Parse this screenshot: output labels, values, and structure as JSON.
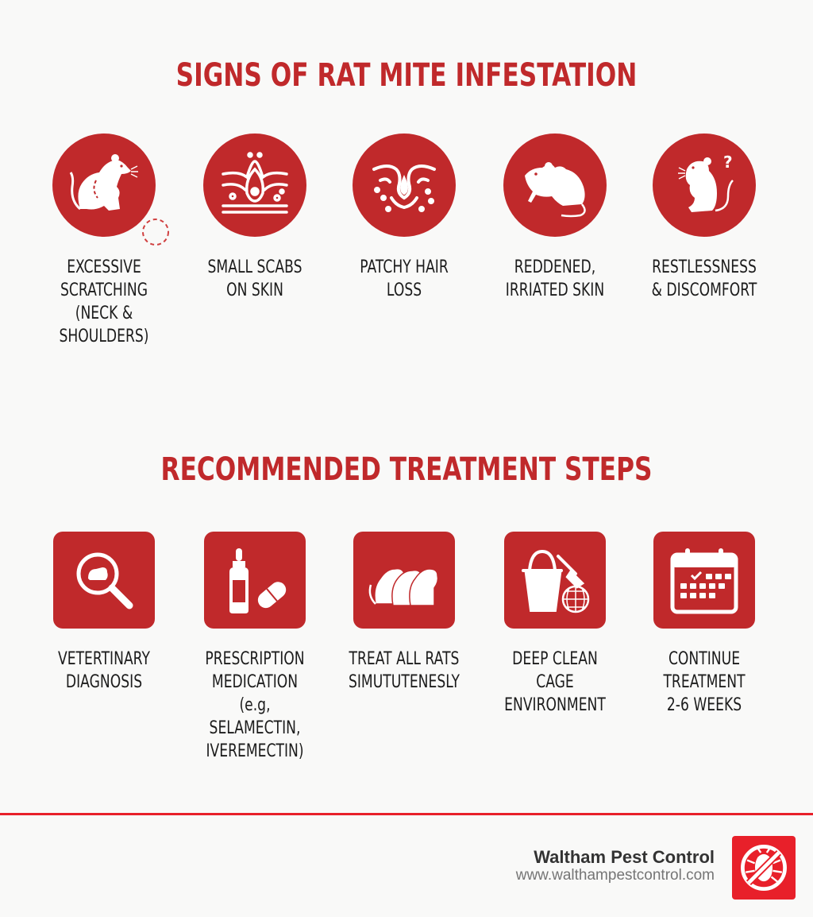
{
  "signs": {
    "title": "SIGNS OF RAT MITE INFESTATION",
    "items": [
      {
        "label": "EXCESSIVE\nSCRATCHING\n(NECK & SHOULDERS)",
        "icon": "scratching-rat-icon"
      },
      {
        "label": "SMALL SCABS\nON SKIN",
        "icon": "skin-scabs-icon"
      },
      {
        "label": "PATCHY HAIR LOSS",
        "icon": "hair-follicle-icon"
      },
      {
        "label": "REDDENED,\nIRRIATED SKIN",
        "icon": "irritated-rat-icon"
      },
      {
        "label": "RESTLESSNESS\n& DISCOMFORT",
        "icon": "confused-rat-icon"
      }
    ]
  },
  "treatment": {
    "title": "RECOMMENDED TREATMENT STEPS",
    "items": [
      {
        "label": "VETERTINARY\nDIAGNOSIS",
        "icon": "magnifier-rat-icon"
      },
      {
        "label": "PRESCRIPTION\nMEDICATION\n(e.g, SELAMECTIN,\nIVEREMECTIN)",
        "icon": "medicine-bottle-pill-icon"
      },
      {
        "label": "TREAT ALL RATS\nSIMUTUTENESLY",
        "icon": "three-rats-icon"
      },
      {
        "label": "DEEP CLEAN CAGE\nENVIRONMENT",
        "icon": "bucket-brush-icon"
      },
      {
        "label": "CONTINUE\nTREATMENT\n2-6 WEEKS",
        "icon": "calendar-icon"
      }
    ]
  },
  "footer": {
    "company": "Waltham Pest Control",
    "url": "www.walthampestcontrol.com"
  },
  "colors": {
    "accent": "#c0292b",
    "brand_red": "#e8202a",
    "background": "#f9f9f8"
  }
}
